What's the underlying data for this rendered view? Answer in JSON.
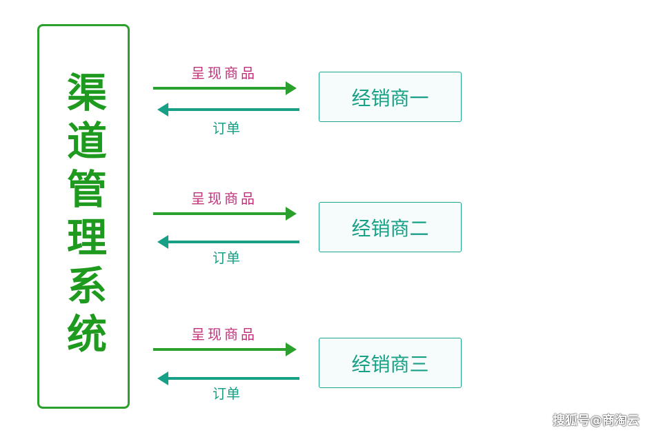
{
  "system": {
    "title": "渠道管理系统"
  },
  "flows": [
    {
      "present_label": "呈现商品",
      "order_label": "订单",
      "dealer_label": "经销商一"
    },
    {
      "present_label": "呈现商品",
      "order_label": "订单",
      "dealer_label": "经销商二"
    },
    {
      "present_label": "呈现商品",
      "order_label": "订单",
      "dealer_label": "经销商三"
    }
  ],
  "colors": {
    "system_border": "#2ca02c",
    "present_arrow": "#2ca02c",
    "order_arrow": "#16a085",
    "present_text": "#c0307a",
    "dealer_text": "#16a085"
  },
  "watermark": {
    "text": "搜狐号@商淘云"
  }
}
